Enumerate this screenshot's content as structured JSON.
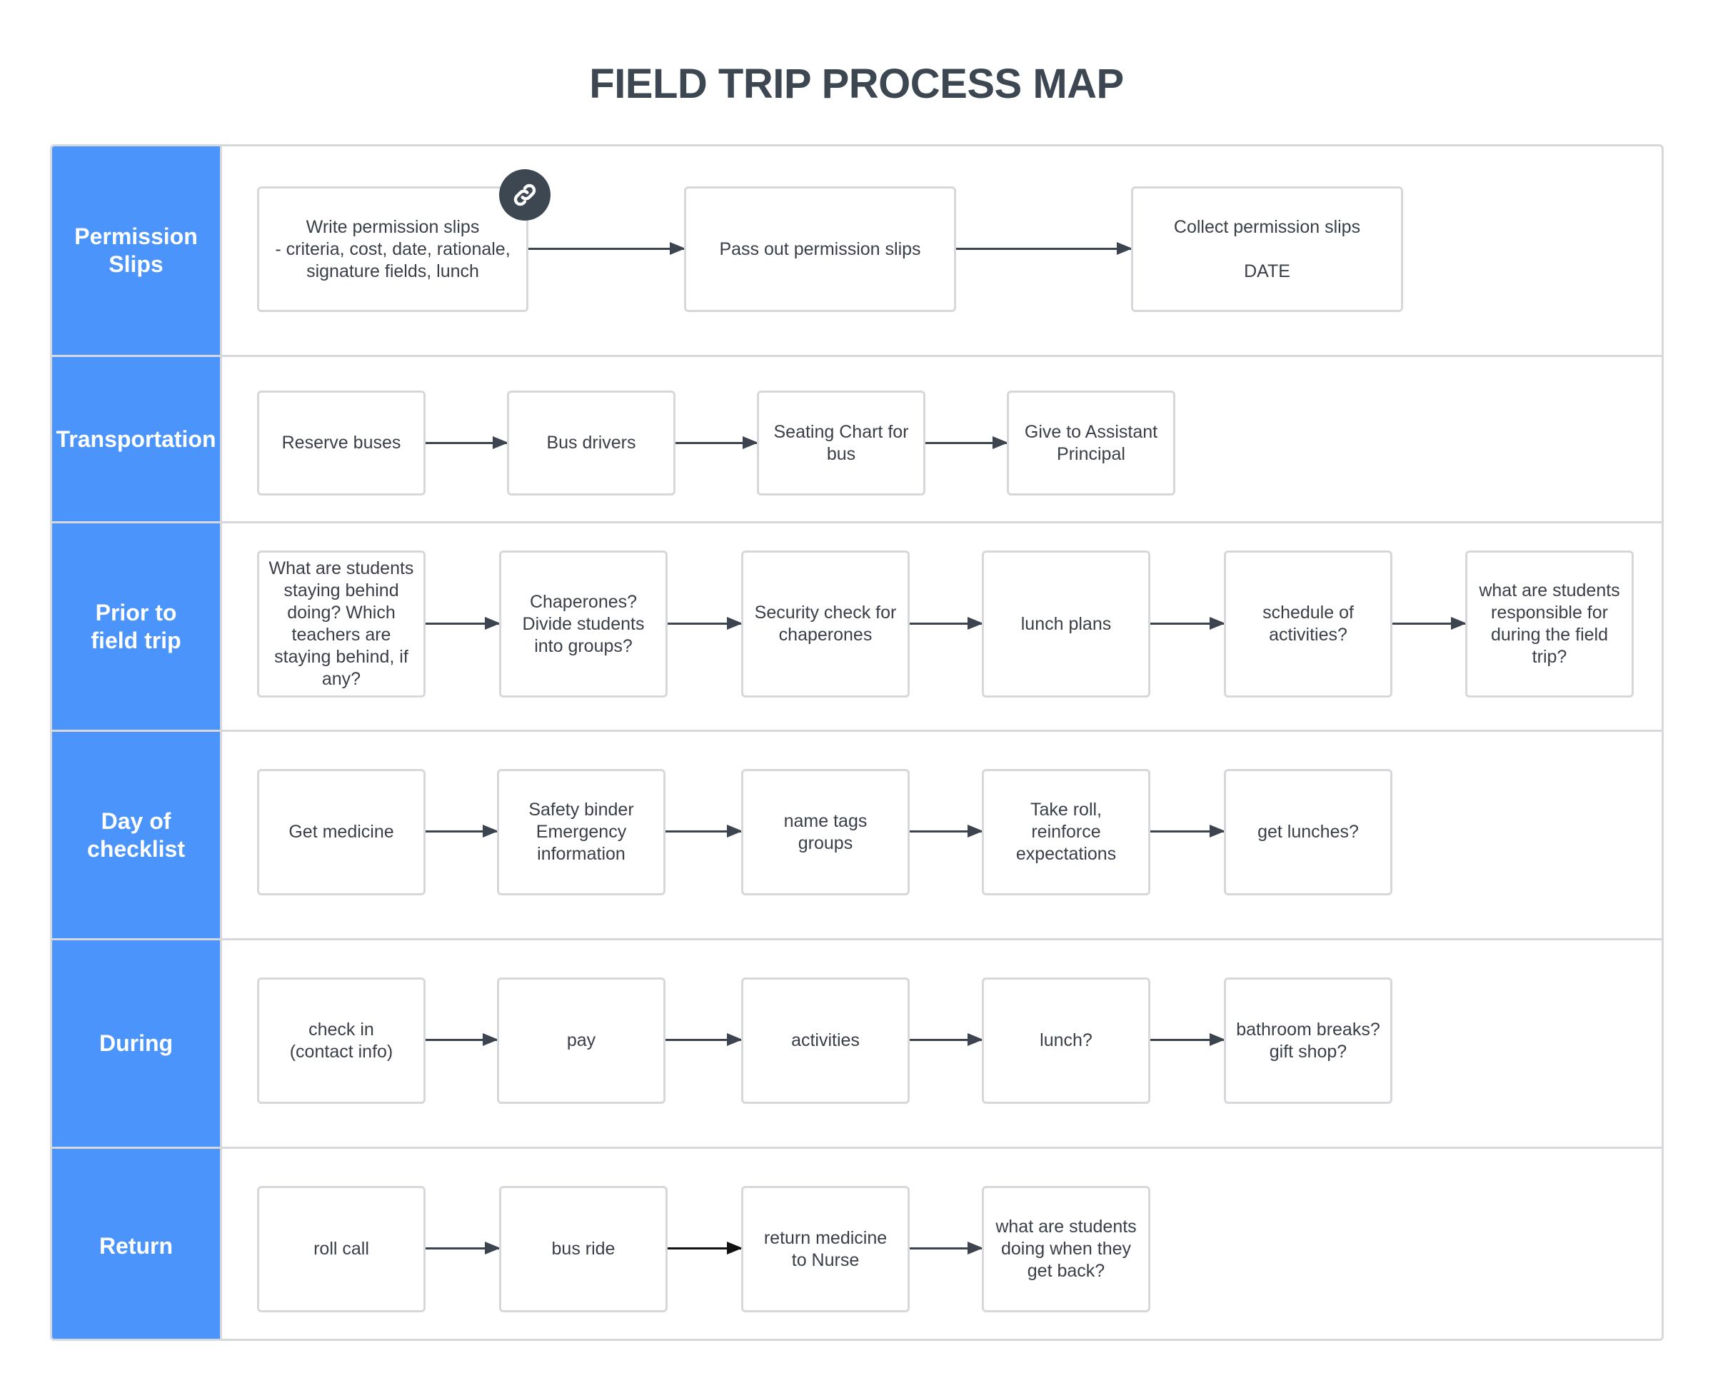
{
  "title": "FIELD TRIP PROCESS MAP",
  "lanes": [
    {
      "label": "Permission\nSlips",
      "steps": [
        "Write permission slips\n- criteria, cost, date, rationale,\nsignature fields, lunch",
        "Pass out permission slips",
        "Collect permission slips\n\nDATE"
      ]
    },
    {
      "label": "Transportation",
      "steps": [
        "Reserve buses",
        "Bus drivers",
        "Seating Chart for\nbus",
        "Give to Assistant\nPrincipal"
      ]
    },
    {
      "label": "Prior to\nfield trip",
      "steps": [
        "What are students\nstaying behind\ndoing? Which\nteachers are\nstaying behind, if\nany?",
        "Chaperones?\nDivide students\ninto groups?",
        "Security check for\nchaperones",
        "lunch plans",
        "schedule of\nactivities?",
        "what are students\nresponsible for\nduring the field\ntrip?"
      ]
    },
    {
      "label": "Day of\nchecklist",
      "steps": [
        "Get medicine",
        "Safety binder\nEmergency\ninformation",
        "name tags\ngroups",
        "Take roll,\nreinforce\nexpectations",
        "get lunches?"
      ]
    },
    {
      "label": "During",
      "steps": [
        "check in\n(contact info)",
        "pay",
        "activities",
        "lunch?",
        "bathroom breaks?\ngift shop?"
      ]
    },
    {
      "label": "Return",
      "steps": [
        "roll call",
        "bus ride",
        "return medicine\nto Nurse",
        "what are students\ndoing when they\nget back?"
      ]
    }
  ],
  "colors": {
    "lane_header": "#4a94fb",
    "title": "#3d4752",
    "node_border": "#d6d8dc",
    "arrow": "#3c4450"
  },
  "icons": {
    "link_badge": "link-icon"
  }
}
